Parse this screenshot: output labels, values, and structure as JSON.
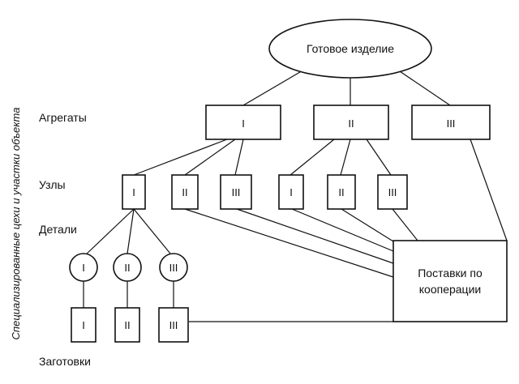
{
  "diagram": {
    "side_label": "Специализированные цехи и участки объекта",
    "levels": {
      "aggregates": "Агрегаты",
      "units": "Узлы",
      "parts": "Детали",
      "blanks": "Заготовки"
    },
    "root": "Готовое изделие",
    "cooperation": [
      "Поставки по",
      "кооперации"
    ],
    "aggregates": [
      "I",
      "II",
      "III"
    ],
    "units_group_1": [
      "I",
      "II",
      "III"
    ],
    "units_group_2": [
      "I",
      "II",
      "III"
    ],
    "parts": [
      "I",
      "II",
      "III"
    ],
    "blanks": [
      "I",
      "II",
      "III"
    ]
  },
  "style": {
    "ink": "#111111",
    "background": "#ffffff"
  }
}
